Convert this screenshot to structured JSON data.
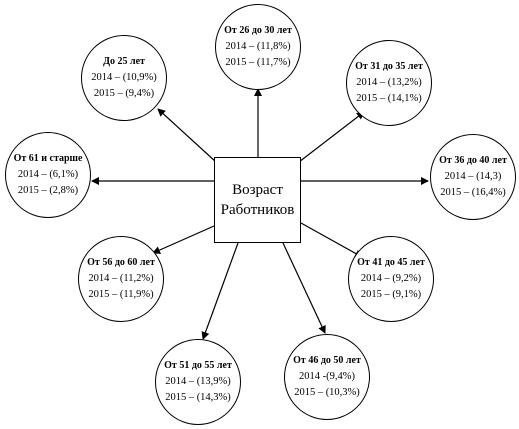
{
  "center": {
    "line1": "Возраст",
    "line2": "Работников"
  },
  "groups": [
    {
      "title": "До 25 лет",
      "y2014": "2014 – (10,9%)",
      "y2015": "2015 – (9,4%)"
    },
    {
      "title": "От 26 до 30 лет",
      "y2014": "2014 – (11,8%)",
      "y2015": "2015 – (11,7%)"
    },
    {
      "title": "От 31 до 35 лет",
      "y2014": "2014 – (13,2%)",
      "y2015": "2015 – (14,1%)"
    },
    {
      "title": "От 61 и старше",
      "y2014": "2014 – (6,1%)",
      "y2015": "2015 – (2,8%)"
    },
    {
      "title": "От 36 до 40 лет",
      "y2014": "2014 – (14,3)",
      "y2015": "2015 – (16,4%)"
    },
    {
      "title": "От 56 до 60 лет",
      "y2014": "2014 – (11,2%)",
      "y2015": "2015 – (11,9%)"
    },
    {
      "title": "От 41 до 45 лет",
      "y2014": "2014 – (9,2%)",
      "y2015": "2015 – (9,1%)"
    },
    {
      "title": "От 51 до 55 лет",
      "y2014": "2014 – (13,9%)",
      "y2015": "2015 – (14,3%)"
    },
    {
      "title": "От 46 до 50 лет",
      "y2014": "2014 -(9,4%)",
      "y2015": "2015 – (10,3%)"
    }
  ]
}
